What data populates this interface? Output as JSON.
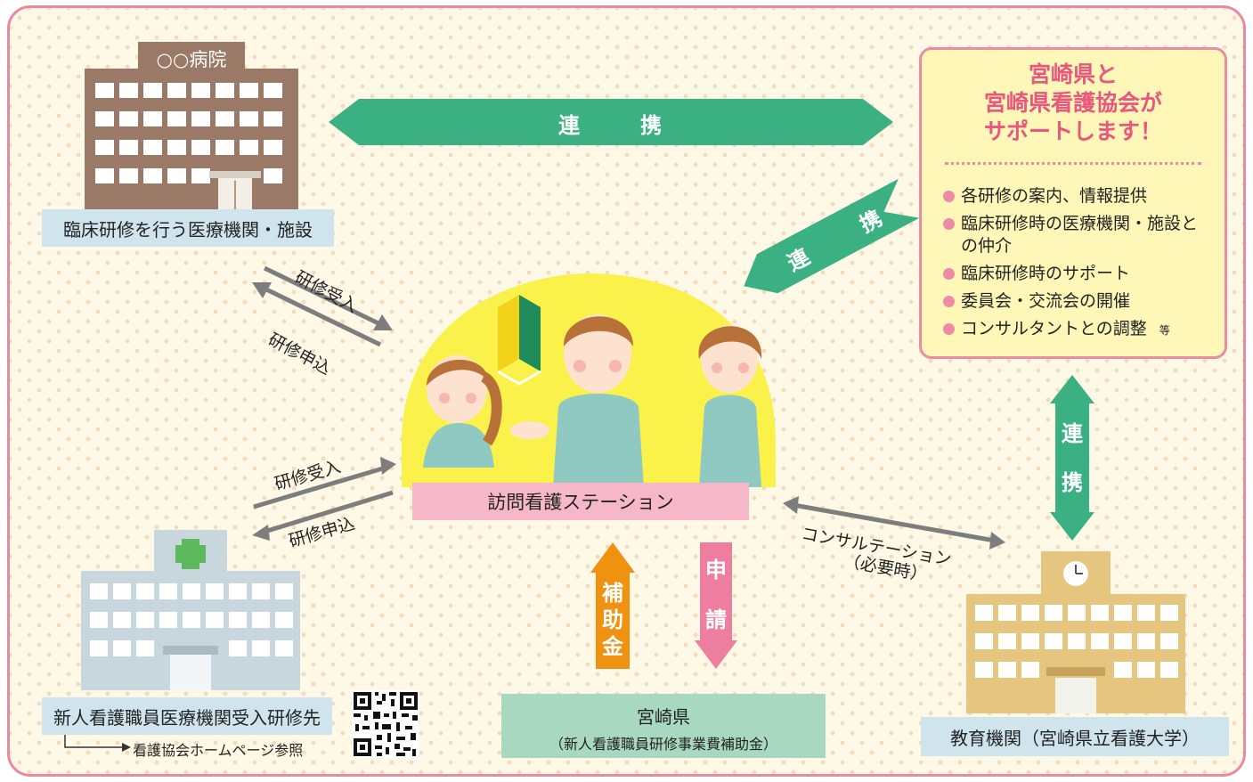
{
  "hospital": {
    "sign": "○○病院",
    "label": "臨床研修を行う医療機関・施設"
  },
  "links": {
    "top": "連　携",
    "diagonal": "連　携",
    "vertical_1": "連",
    "vertical_2": "携"
  },
  "support": {
    "title_lines": [
      "宮崎県と",
      "宮崎県看護協会が",
      "サポートします！"
    ],
    "items": [
      "各研修の案内、情報提供",
      "臨床研修時の医療機関・施設との仲介",
      "臨床研修時のサポート",
      "委員会・交流会の開催",
      "コンサルタントとの調整"
    ],
    "etc": "等"
  },
  "upper_arrows": {
    "accept": "研修受入",
    "apply": "研修申込"
  },
  "lower_arrows": {
    "accept": "研修受入",
    "apply": "研修申込"
  },
  "station": {
    "label": "訪問看護ステーション"
  },
  "new_nurse": {
    "label": "新人看護職員医療機関受入研修先",
    "link_note": "看護協会ホームページ参照"
  },
  "subsidy": {
    "chars": [
      "補",
      "助",
      "金"
    ]
  },
  "application": {
    "chars": [
      "申",
      "請"
    ]
  },
  "prefecture": {
    "name": "宮崎県",
    "program": "（新人看護職員研修事業費補助金）"
  },
  "consultation": {
    "line1": "コンサルテーション",
    "line2": "（必要時）"
  },
  "university": {
    "label": "教育機関（宮崎県立看護大学）"
  },
  "colors": {
    "green": "#3bb183",
    "pink": "#ee7ea0",
    "orange": "#f0920f",
    "frame": "#e98aa0",
    "label_bg": "#cfe4ec"
  }
}
